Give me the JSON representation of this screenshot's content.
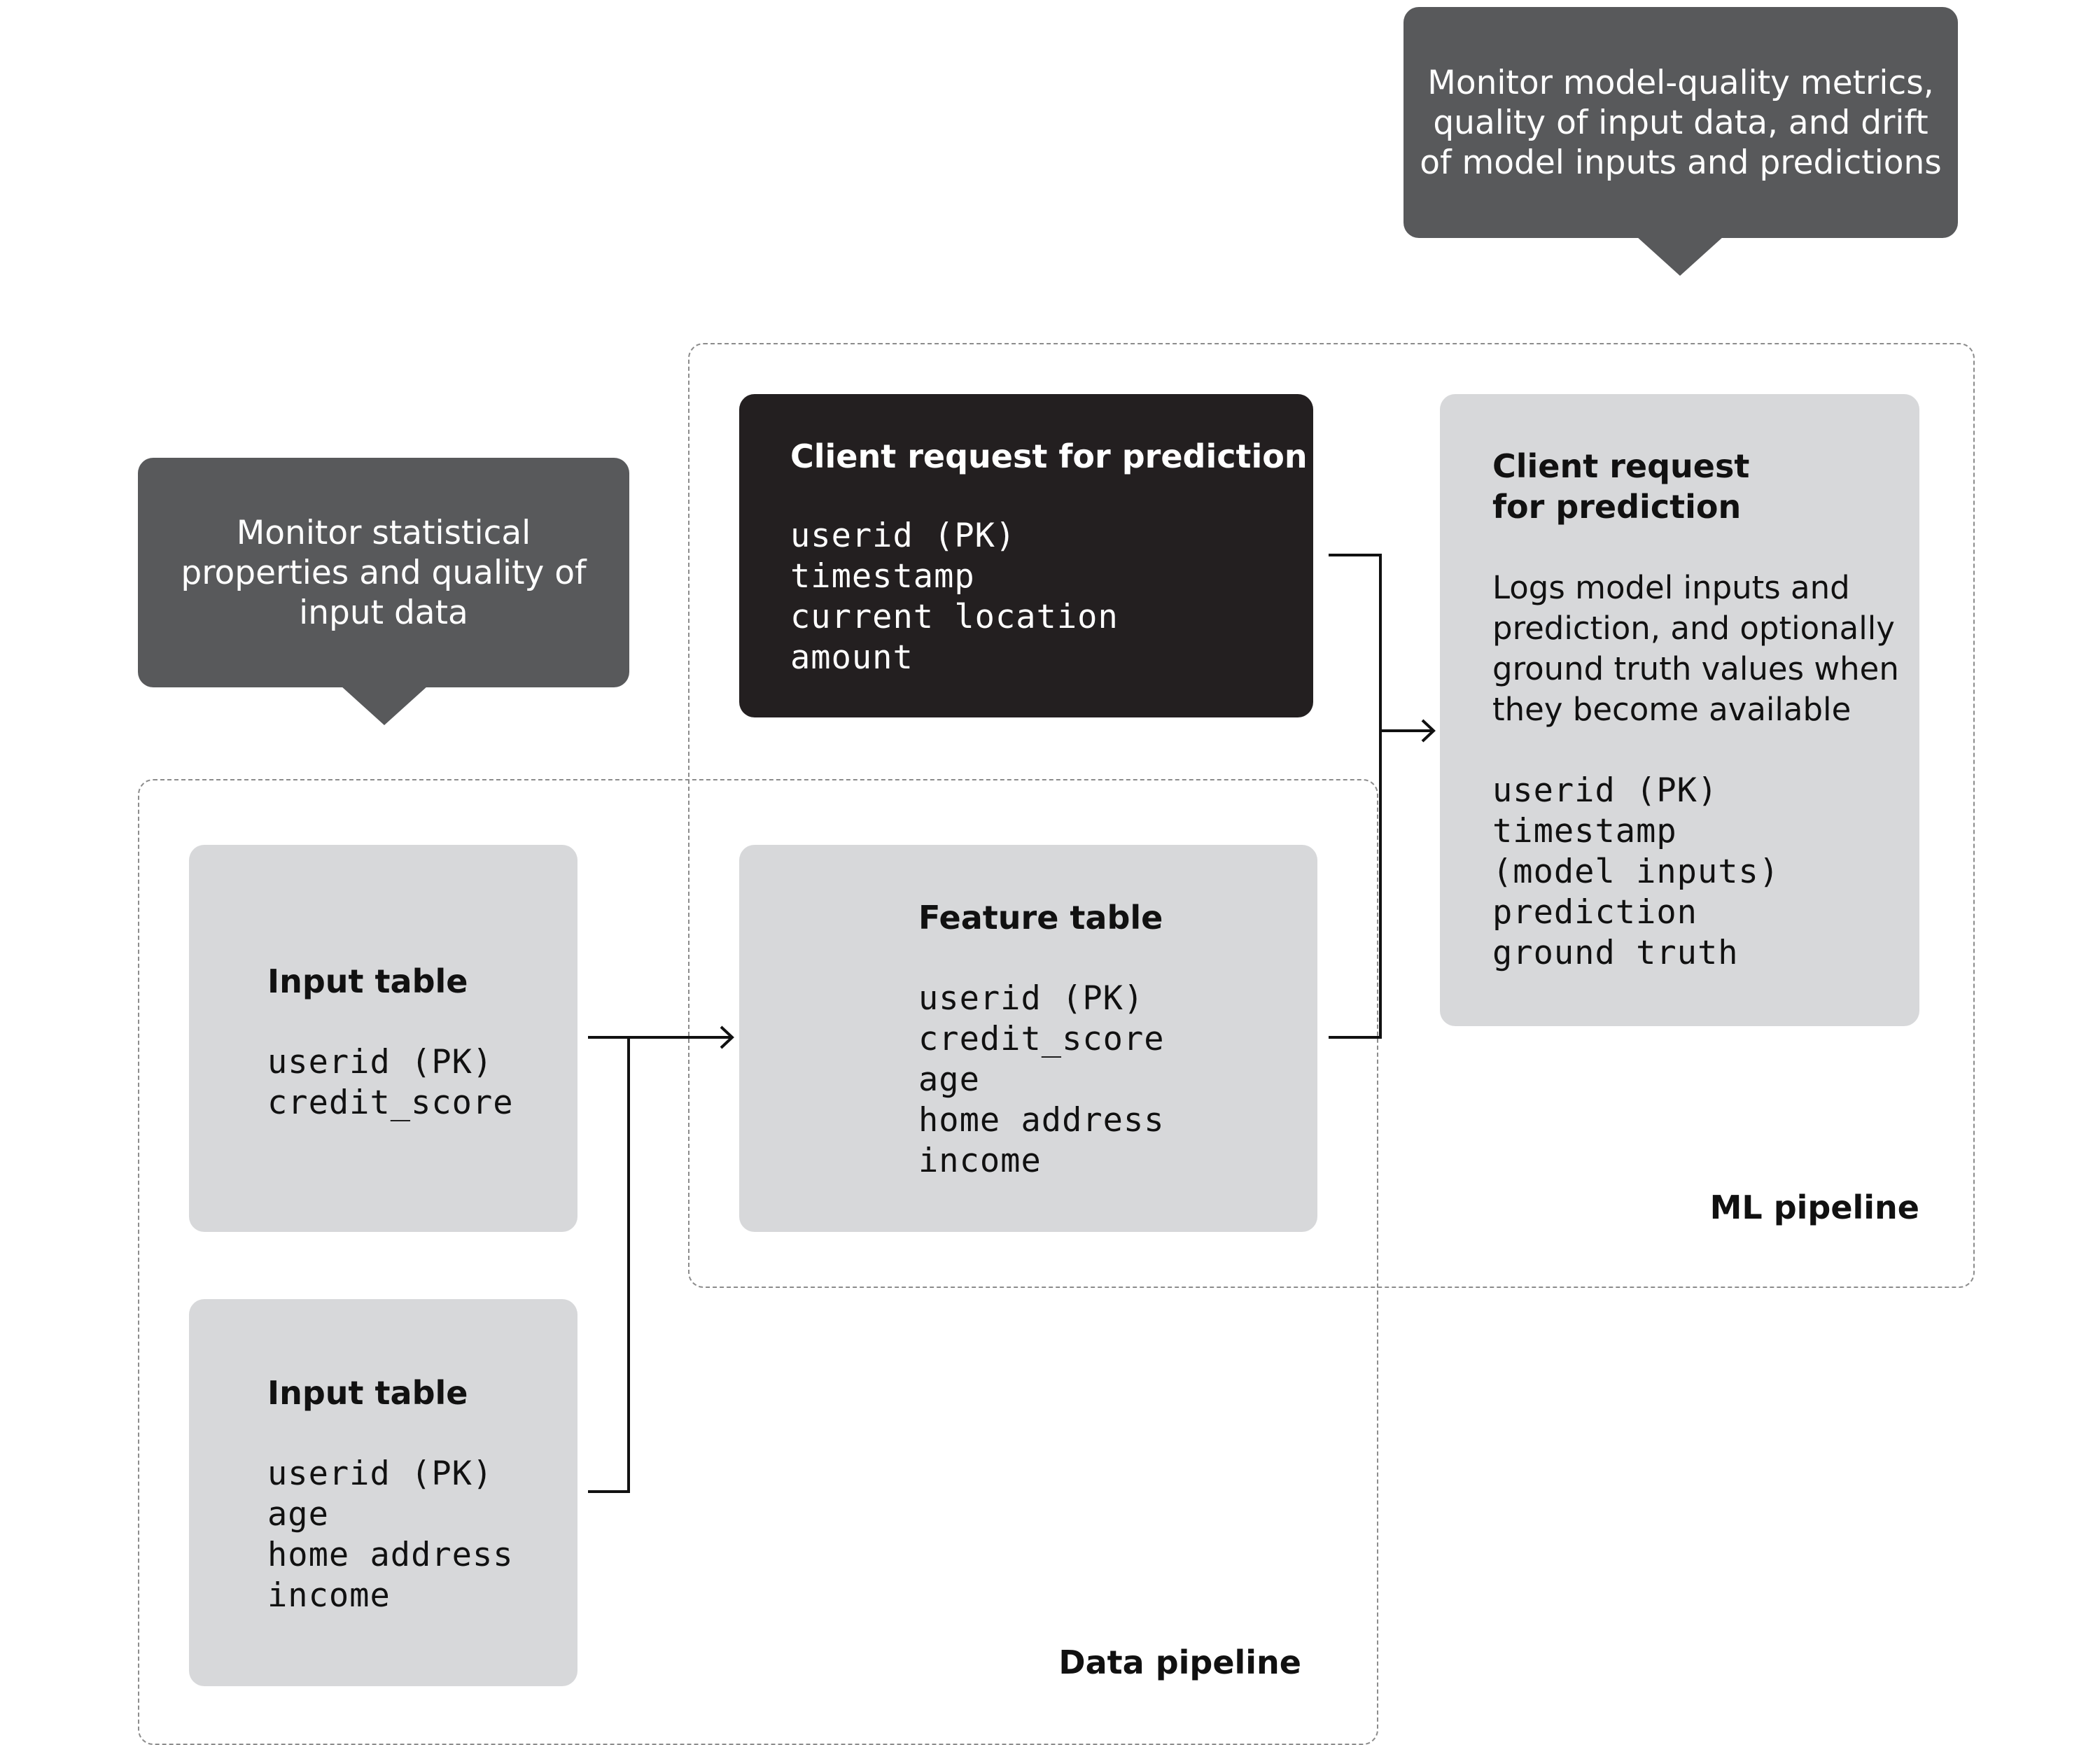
{
  "callouts": {
    "model_quality": "Monitor model-quality metrics,\nquality of input data, and drift\nof model inputs and predictions",
    "statistical": "Monitor statistical\nproperties and quality of\ninput data"
  },
  "regions": {
    "ml_pipeline": "ML pipeline",
    "data_pipeline": "Data pipeline"
  },
  "boxes": {
    "client_request_dark": {
      "title": "Client request for prediction",
      "fields": [
        "userid (PK)",
        "timestamp",
        "current location",
        "amount"
      ]
    },
    "client_request_log": {
      "title": "Client request\nfor prediction",
      "description": "Logs model inputs and\nprediction, and optionally\nground truth values when\nthey become available",
      "fields": [
        "userid (PK)",
        "timestamp",
        "(model inputs)",
        "prediction",
        "ground truth"
      ]
    },
    "input_table_1": {
      "title": "Input table",
      "fields": [
        "userid (PK)",
        "credit_score"
      ]
    },
    "input_table_2": {
      "title": "Input table",
      "fields": [
        "userid (PK)",
        "age",
        "home address",
        "income"
      ]
    },
    "feature_table": {
      "title": "Feature table",
      "fields": [
        "userid (PK)",
        "credit_score",
        "age",
        "home address",
        "income"
      ]
    }
  },
  "colors": {
    "callout_bg": "#58595b",
    "dark_box_bg": "#231f20",
    "light_box_bg": "#d7d8da",
    "dashed_border": "#8c8c8c",
    "connector": "#111111"
  }
}
